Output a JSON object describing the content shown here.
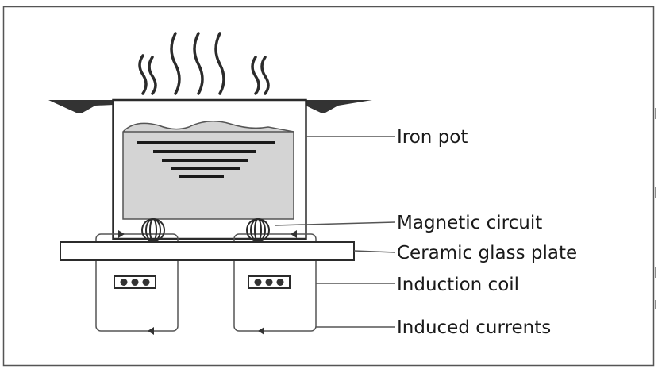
{
  "labels": {
    "iron_pot": "Iron pot",
    "magnetic_circuit": "Magnetic circuit",
    "ceramic_glass_plate": "Ceramic glass plate",
    "induction_coil": "Induction coil",
    "induced_currents": "Induced currents"
  },
  "colors": {
    "stroke": "#2b2b2b",
    "food": "#d4d4d4",
    "dark": "#333333"
  }
}
